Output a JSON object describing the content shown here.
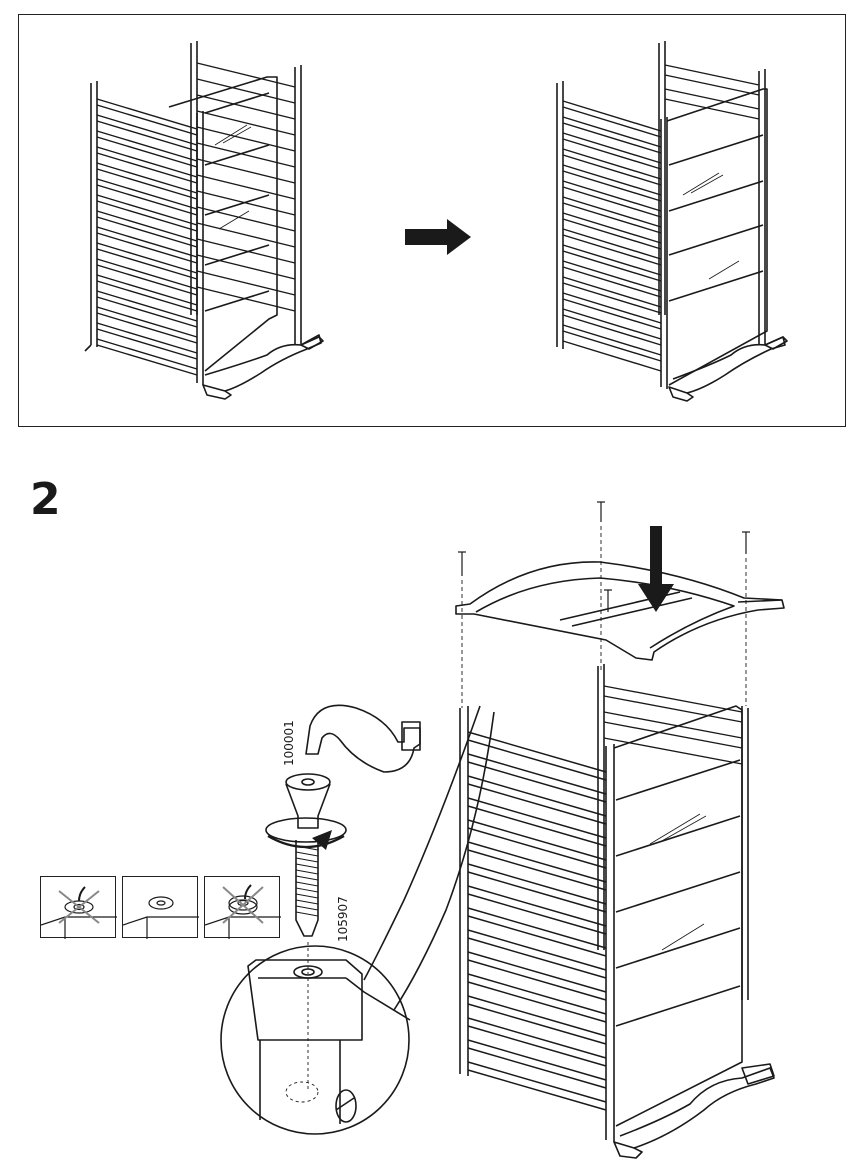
{
  "step": {
    "number": "2"
  },
  "parts": {
    "tool_id": "100001",
    "screw_id": "105907"
  },
  "icons": {
    "panel_arrow": "right-arrow-icon",
    "insert_arrow": "down-arrow-icon",
    "rotation": "rotate-clockwise-icon"
  },
  "colors": {
    "line": "#1a1a1a",
    "background": "#ffffff"
  }
}
